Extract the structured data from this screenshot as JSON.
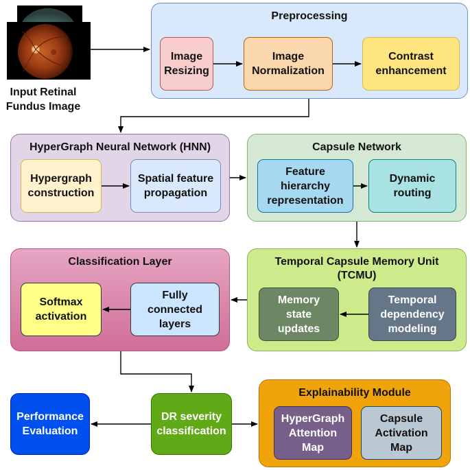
{
  "input": {
    "label": "Input Retinal\nFundus Image"
  },
  "preprocessing": {
    "title": "Preprocessing",
    "steps": [
      "Image\nResizing",
      "Image\nNormalization",
      "Contrast\nenhancement"
    ]
  },
  "hnn": {
    "title": "HyperGraph Neural Network (HNN)",
    "steps": [
      "Hypergraph\nconstruction",
      "Spatial feature\npropagation"
    ]
  },
  "capsule": {
    "title": "Capsule Network",
    "steps": [
      "Feature\nhierarchy\nrepresentation",
      "Dynamic\nrouting"
    ]
  },
  "tcmu": {
    "title": "Temporal Capsule Memory Unit\n(TCMU)",
    "steps": [
      "Memory\nstate\nupdates",
      "Temporal\ndependency\nmodeling"
    ]
  },
  "classification": {
    "title": "Classification Layer",
    "steps": [
      "Softmax\nactivation",
      "Fully\nconnected\nlayers"
    ]
  },
  "output": {
    "performance": "Performance\nEvaluation",
    "dr": "DR severity\nclassification"
  },
  "explainability": {
    "title": "Explainability Module",
    "steps": [
      "HyperGraph\nAttention\nMap",
      "Capsule\nActivation\nMap"
    ]
  },
  "colors": {
    "pre_bg": "#dae8fc",
    "pre_border": "#6c8ebf",
    "hnn_bg": "#e1d5e7",
    "hnn_border": "#9673a6",
    "cap_bg": "#d5e8d4",
    "cap_border": "#82b366",
    "tcmu_bg": "#cdeb8b",
    "tcmu_border": "#82b366",
    "cls_bg": "#e6a6c3",
    "cls_border": "#b85478",
    "exp_bg": "#f0a30a",
    "exp_border": "#bd7000",
    "perf": "#0050ef",
    "dr": "#60a917"
  }
}
